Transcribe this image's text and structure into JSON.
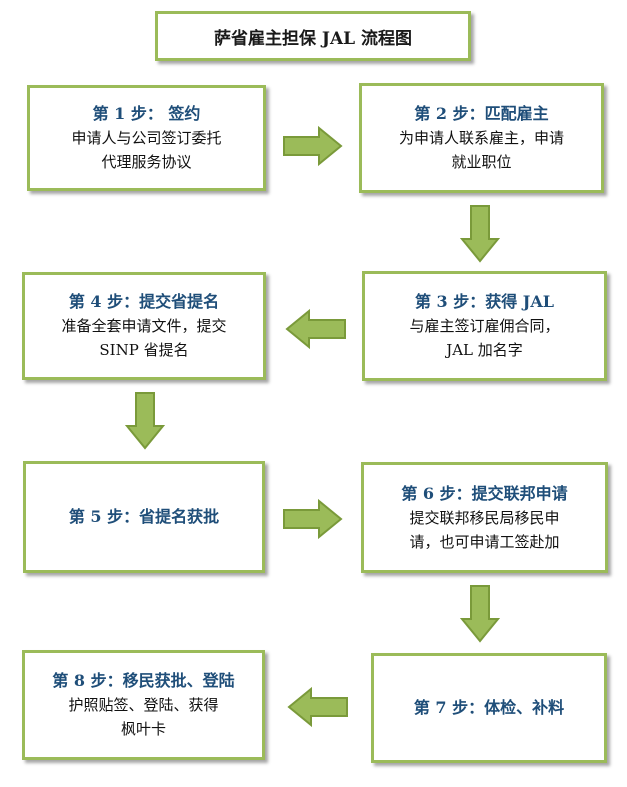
{
  "title": "萨省雇主担保 JAL 流程图",
  "colors": {
    "border": "#9bbb59",
    "arrow_fill": "#9bbb59",
    "arrow_stroke": "#7a9a3a",
    "step_title": "#1f4e79"
  },
  "steps": [
    {
      "title": "第 1 步：  签约",
      "body": [
        "申请人与公司签订委托",
        "代理服务协议"
      ]
    },
    {
      "title": "第 2 步：匹配雇主",
      "body": [
        "为申请人联系雇主，申请",
        "就业职位"
      ]
    },
    {
      "title": "第 3 步：获得 JAL",
      "body": [
        "与雇主签订雇佣合同，",
        "JAL 加名字"
      ]
    },
    {
      "title": "第 4 步：提交省提名",
      "body": [
        "准备全套申请文件，提交",
        "SINP 省提名"
      ]
    },
    {
      "title": "第 5 步：省提名获批",
      "body": []
    },
    {
      "title": "第 6 步：提交联邦申请",
      "body": [
        "提交联邦移民局移民申",
        "请，也可申请工签赴加"
      ]
    },
    {
      "title": "第 7 步：体检、补料",
      "body": []
    },
    {
      "title": "第 8 步：移民获批、登陆",
      "body": [
        "护照贴签、登陆、获得",
        "枫叶卡"
      ]
    }
  ]
}
